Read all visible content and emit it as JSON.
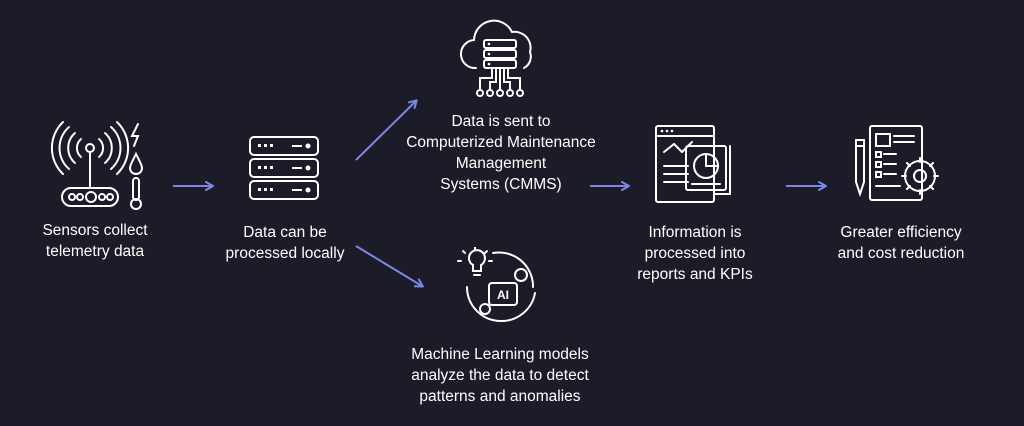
{
  "colors": {
    "background": "#1b1c27",
    "text": "#ffffff",
    "arrow": "#7b87e8",
    "icon_stroke": "#ffffff"
  },
  "steps": {
    "sensors": {
      "label": "Sensors collect\ntelemetry data",
      "icon": "sensor-tower-icon"
    },
    "local": {
      "label": "Data can be\nprocessed locally",
      "icon": "server-rack-icon"
    },
    "cmms": {
      "label": "Data is sent to\nComputerized Maintenance\nManagement\nSystems (CMMS)",
      "icon": "cloud-server-icon"
    },
    "ml": {
      "label": "Machine Learning models\nanalyze the data to detect\npatterns and anomalies",
      "icon": "ai-brain-icon"
    },
    "reports": {
      "label": "Information is\nprocessed into\nreports and KPIs",
      "icon": "report-chart-icon"
    },
    "efficiency": {
      "label": "Greater efficiency\nand cost reduction",
      "icon": "document-gear-icon"
    }
  }
}
